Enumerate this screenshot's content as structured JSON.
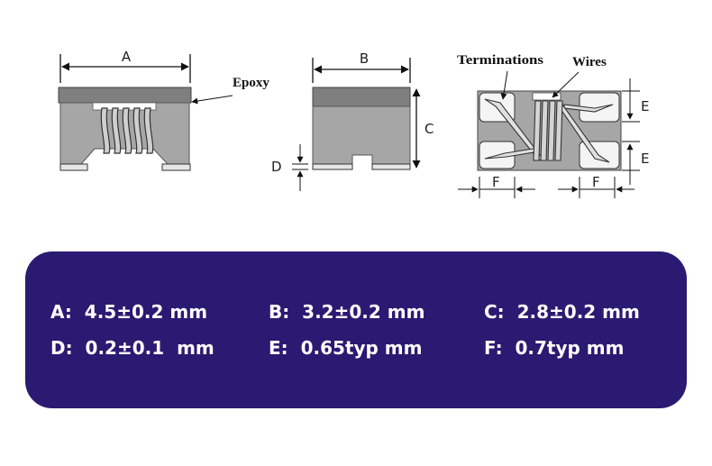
{
  "diagram": {
    "front_view": {
      "dim_label": "A",
      "callout": "Epoxy"
    },
    "side_view": {
      "width_label": "B",
      "height_label": "C",
      "gap_label": "D"
    },
    "top_view": {
      "terminations_label": "Terminations",
      "wires_label": "Wires",
      "e_label_upper": "E",
      "e_label_lower": "E",
      "f_label_left": "F",
      "f_label_right": "F"
    }
  },
  "specs": [
    {
      "key": "A",
      "text": "A:  4.5±0.2 mm"
    },
    {
      "key": "B",
      "text": "B:  3.2±0.2 mm"
    },
    {
      "key": "C",
      "text": "C:  2.8±0.2 mm"
    },
    {
      "key": "D",
      "text": "D:  0.2±0.1  mm"
    },
    {
      "key": "E",
      "text": "E:  0.65typ mm"
    },
    {
      "key": "F",
      "text": "F:  0.7typ mm"
    }
  ],
  "colors": {
    "panel": "#2a1a72",
    "body_gray": "#a6a6a6",
    "cap_gray": "#7f7f7f",
    "text_on_panel": "#ffffff"
  }
}
